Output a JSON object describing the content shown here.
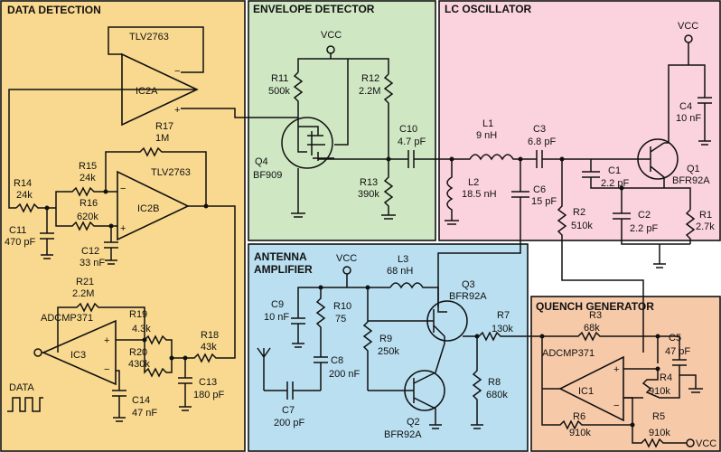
{
  "colors": {
    "data_detection_bg": "#f9d98f",
    "envelope_detector_bg": "#cfe7c3",
    "lc_oscillator_bg": "#fbd3de",
    "antenna_amplifier_bg": "#b9dff0",
    "quench_generator_bg": "#f6c9a8",
    "ink": "#111111"
  },
  "sections": {
    "data_detection": "DATA DETECTION",
    "envelope_detector": "ENVELOPE DETECTOR",
    "lc_oscillator": "LC OSCILLATOR",
    "antenna_amplifier_line1": "ANTENNA",
    "antenna_amplifier_line2": "AMPLIFIER",
    "quench_generator": "QUENCH GENERATOR"
  },
  "data_detection": {
    "tlv_top": "TLV2763",
    "ic2a": "IC2A",
    "r14": "R14",
    "r14_val": "24k",
    "c11": "C11",
    "c11_val": "470 pF",
    "r15": "R15",
    "r15_val": "24k",
    "r16": "R16",
    "r16_val": "620k",
    "r17": "R17",
    "r17_val": "1M",
    "tlv_mid": "TLV2763",
    "ic2b": "IC2B",
    "c12": "C12",
    "c12_val": "33 nF",
    "r21": "R21",
    "r21_val": "2.2M",
    "adcmp": "ADCMP371",
    "ic3": "IC3",
    "r19": "R19",
    "r19_val": "4.3k",
    "r20": "R20",
    "r20_val": "430k",
    "r18": "R18",
    "r18_val": "43k",
    "c13": "C13",
    "c13_val": "180 pF",
    "c14": "C14",
    "c14_val": "47 nF",
    "data": "DATA"
  },
  "envelope": {
    "vcc": "VCC",
    "r11": "R11",
    "r11_val": "500k",
    "r12": "R12",
    "r12_val": "2.2M",
    "q4": "Q4",
    "q4_part": "BF909",
    "c10": "C10",
    "c10_val": "4.7 pF",
    "r13": "R13",
    "r13_val": "390k"
  },
  "lc_osc": {
    "vcc": "VCC",
    "l1": "L1",
    "l1_val": "9 nH",
    "c3": "C3",
    "c3_val": "6.8 pF",
    "c4": "C4",
    "c4_val": "10 nF",
    "l2": "L2",
    "l2_val": "18.5 nH",
    "c6": "C6",
    "c6_val": "15 pF",
    "c1": "C1",
    "c1_val": "2.2 pF",
    "q1": "Q1",
    "q1_part": "BFR92A",
    "r2": "R2",
    "r2_val": "510k",
    "c2": "C2",
    "c2_val": "2.2 pF",
    "r1": "R1",
    "r1_val": "2.7k"
  },
  "antenna": {
    "vcc": "VCC",
    "l3": "L3",
    "l3_val": "68 nH",
    "q3": "Q3",
    "q3_part": "BFR92A",
    "c9": "C9",
    "c9_val": "10 nF",
    "r10": "R10",
    "r10_val": "75",
    "r9": "R9",
    "r9_val": "250k",
    "c8": "C8",
    "c8_val": "200 nF",
    "r7": "R7",
    "r7_val": "130k",
    "r8": "R8",
    "r8_val": "680k",
    "c7": "C7",
    "c7_val": "200 pF",
    "q2": "Q2",
    "q2_part": "BFR92A"
  },
  "quench": {
    "r3": "R3",
    "r3_val": "68k",
    "c5": "C5",
    "c5_val": "47 pF",
    "adcmp": "ADCMP371",
    "ic1": "IC1",
    "r4": "R4",
    "r4_val": "910k",
    "r6": "R6",
    "r6_val": "910k",
    "r5": "R5",
    "r5_val": "910k",
    "vcc": "VCC"
  }
}
